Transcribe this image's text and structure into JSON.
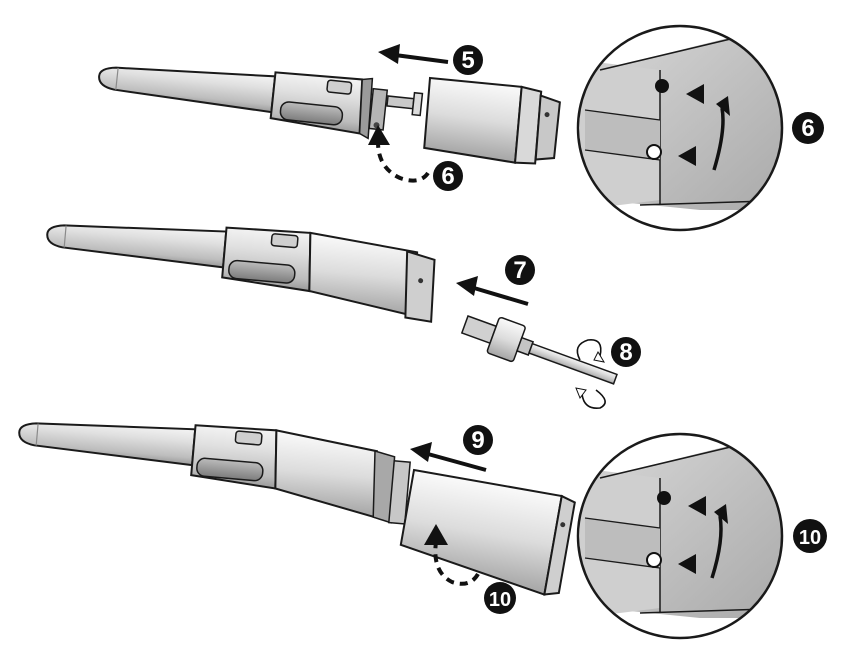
{
  "colors": {
    "background": "#ffffff",
    "outline": "#1a1a1a",
    "body_light": "#e8e8e8",
    "body_mid": "#c4c4c4",
    "body_dark": "#8d8d8d",
    "badge": "#111111",
    "badge_text": "#ffffff"
  },
  "steps": [
    {
      "id": "5",
      "label": "5"
    },
    {
      "id": "6",
      "label": "6"
    },
    {
      "id": "6b",
      "label": "6"
    },
    {
      "id": "7",
      "label": "7"
    },
    {
      "id": "8",
      "label": "8"
    },
    {
      "id": "9",
      "label": "9"
    },
    {
      "id": "10",
      "label": "10"
    },
    {
      "id": "10b",
      "label": "10"
    }
  ],
  "icons": {
    "filled_dot": "alignment-mark-filled-circle-icon",
    "open_dot": "alignment-mark-open-circle-icon",
    "pointer": "alignment-triangle-icon",
    "push_arrow": "push-direction-arrow-icon",
    "rotate_arrow": "rotate-direction-arrow-icon"
  }
}
